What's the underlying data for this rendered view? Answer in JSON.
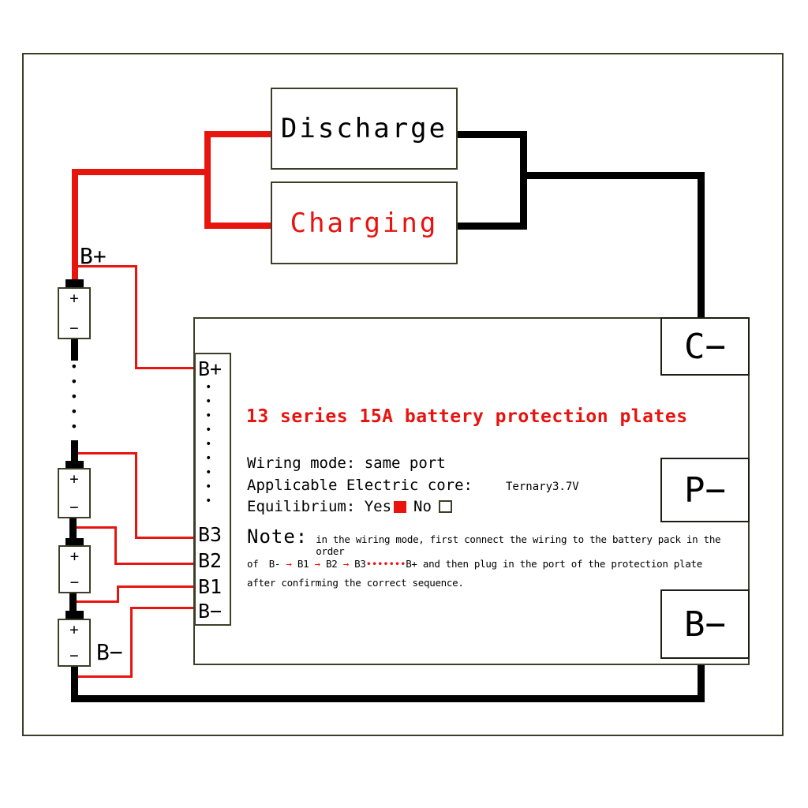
{
  "colors": {
    "wire_red": "#e8150f",
    "wire_black": "#000000",
    "box_border": "#3e3e28",
    "accent_red": "#e8120e"
  },
  "top_boxes": {
    "discharge_label": "Discharge",
    "charging_label": "Charging"
  },
  "battery_stack": {
    "top_terminal_label": "B+",
    "bottom_terminal_label": "B−",
    "cell_plus": "+",
    "cell_minus": "−",
    "chain_dots": "•\n•\n•\n•\n•"
  },
  "board": {
    "title": "13 series 15A battery protection plates",
    "left_terminals": [
      "B+",
      "B3",
      "B2",
      "B1",
      "B−"
    ],
    "strip_dots": "•\n•\n•\n•\n•\n•\n•\n•\n•",
    "right_terminals": [
      "C−",
      "P−",
      "B−"
    ],
    "specs": {
      "wiring_mode": "Wiring mode: same port",
      "core_label": "Applicable Electric core:",
      "core_value": "Ternary3.7V",
      "equilibrium_label": "Equilibrium: Yes",
      "equilibrium_no": "No"
    },
    "note": {
      "heading": "Note:",
      "line1": "in the wiring mode, first connect the wiring to the battery pack in the order",
      "line2_prefix": "of",
      "seq": [
        "B-",
        "B1",
        "B2",
        "B3"
      ],
      "arrow": "→",
      "dots": "•••••••",
      "line2_suffix": "B+ and then plug in the port of the protection plate",
      "line3": "after confirming the correct sequence."
    }
  }
}
